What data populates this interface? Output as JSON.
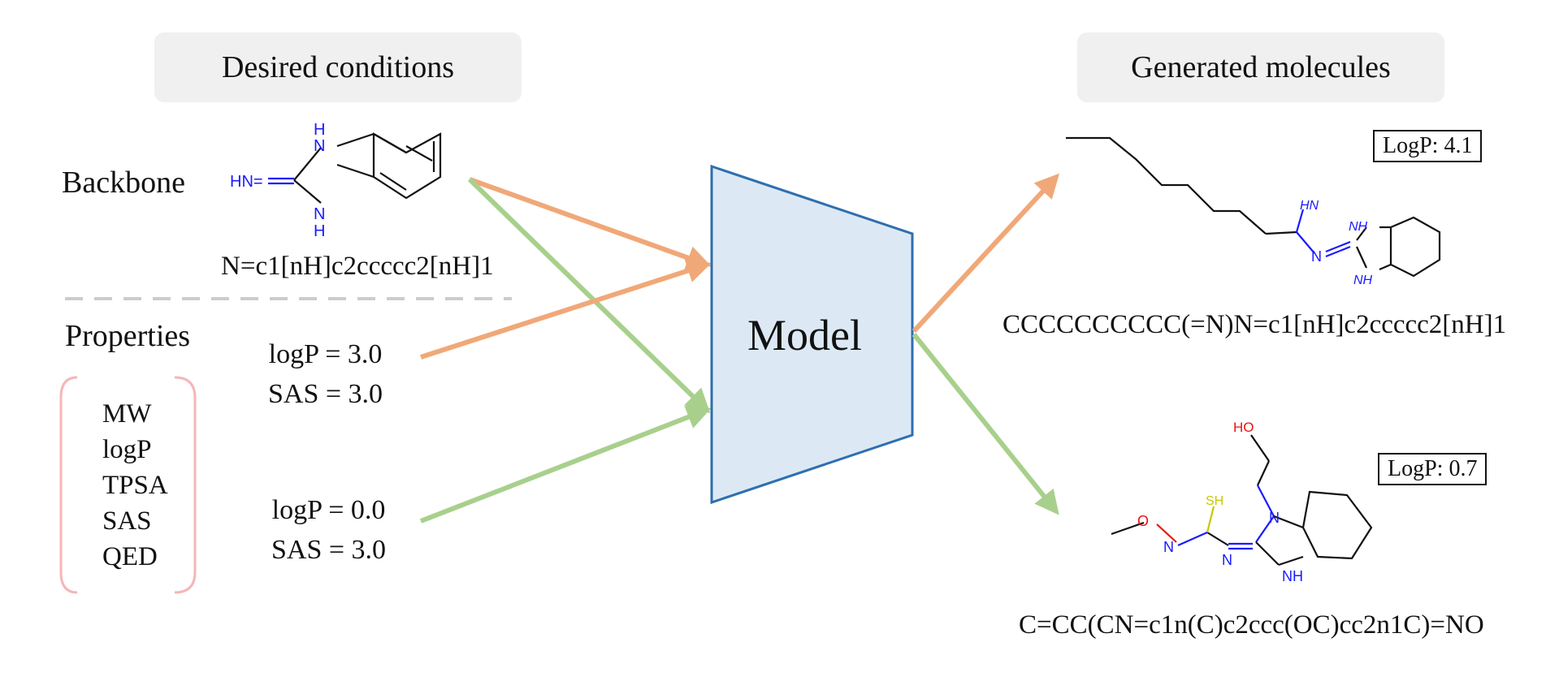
{
  "headers": {
    "left": "Desired conditions",
    "right": "Generated molecules"
  },
  "backbone": {
    "label": "Backbone",
    "smiles": "N=c1[nH]c2ccccc2[nH]1",
    "atom_labels": {
      "top_nh": "H",
      "top_n": "N",
      "imine": "HN=",
      "bottom_n": "N",
      "bottom_nh": "H"
    }
  },
  "properties": {
    "label": "Properties",
    "items": [
      "MW",
      "logP",
      "TPSA",
      "SAS",
      "QED"
    ]
  },
  "conditions": [
    {
      "line1": "logP = 3.0",
      "line2": "SAS = 3.0",
      "color": "#f0a878"
    },
    {
      "line1": "logP = 0.0",
      "line2": "SAS = 3.0",
      "color": "#a8d08c"
    }
  ],
  "model": {
    "label": "Model",
    "fill": "#dce9f5",
    "stroke": "#2f6fae"
  },
  "outputs": [
    {
      "logp": "LogP: 4.1",
      "smiles": "CCCCCCCCCC(=N)N=c1[nH]c2ccccc2[nH]1",
      "atom_labels": {
        "nh_top": "NH",
        "n_mid": "N",
        "hn": "HN",
        "nh_bot": "NH"
      }
    },
    {
      "logp": "LogP: 0.7",
      "smiles": "C=CC(CN=c1n(C)c2ccc(OC)cc2n1C)=NO",
      "atom_labels": {
        "ho": "HO",
        "sh": "SH",
        "o": "O",
        "n1": "N",
        "n2": "N",
        "n3": "N",
        "nh": "NH"
      }
    }
  ],
  "colors": {
    "orange_arrow": "#f0a878",
    "green_arrow": "#a8d08c",
    "header_bg": "#f0f0f0",
    "bracket": "#f4b6b8",
    "divider": "#cccccc",
    "heteroatom_n": "#1a1aff",
    "heteroatom_o": "#ee1111",
    "heteroatom_s": "#c8c800"
  }
}
